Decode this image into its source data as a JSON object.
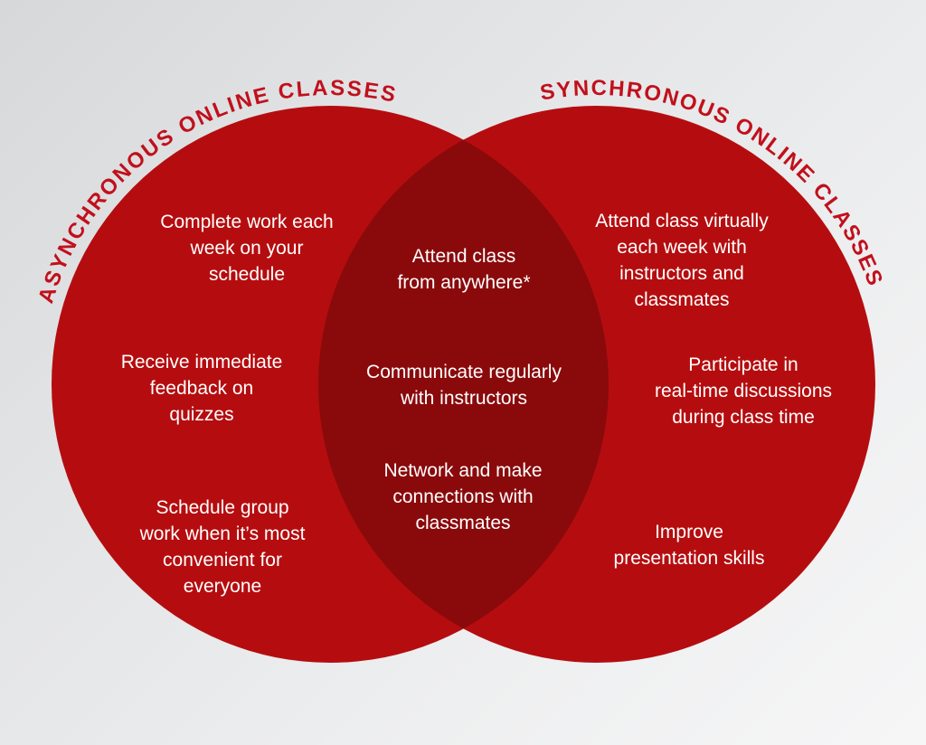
{
  "diagram": {
    "type": "venn-two-circle",
    "background": {
      "gradient_top_left": "#d7d8da",
      "gradient_bottom_right": "#f6f6f7"
    },
    "colors": {
      "circle_fill": "#b50d0f",
      "overlap_fill": "#8a0a0c",
      "title_text": "#c1101c",
      "body_text": "#ffffff"
    },
    "left": {
      "title": "ASYNCHRONOUS ONLINE CLASSES",
      "items": [
        "Complete work each\nweek on your\nschedule",
        "Receive immediate\nfeedback on\nquizzes",
        "Schedule group\nwork when it’s most\nconvenient for\neveryone"
      ]
    },
    "middle": {
      "items": [
        "Attend class\nfrom anywhere*",
        "Communicate regularly\nwith instructors",
        "Network and make\nconnections with\nclassmates"
      ]
    },
    "right": {
      "title": "SYNCHRONOUS ONLINE CLASSES",
      "items": [
        "Attend class virtually\neach week with\ninstructors and\nclassmates",
        "Participate in\nreal-time discussions\nduring class time",
        "Improve\npresentation skills"
      ]
    }
  }
}
